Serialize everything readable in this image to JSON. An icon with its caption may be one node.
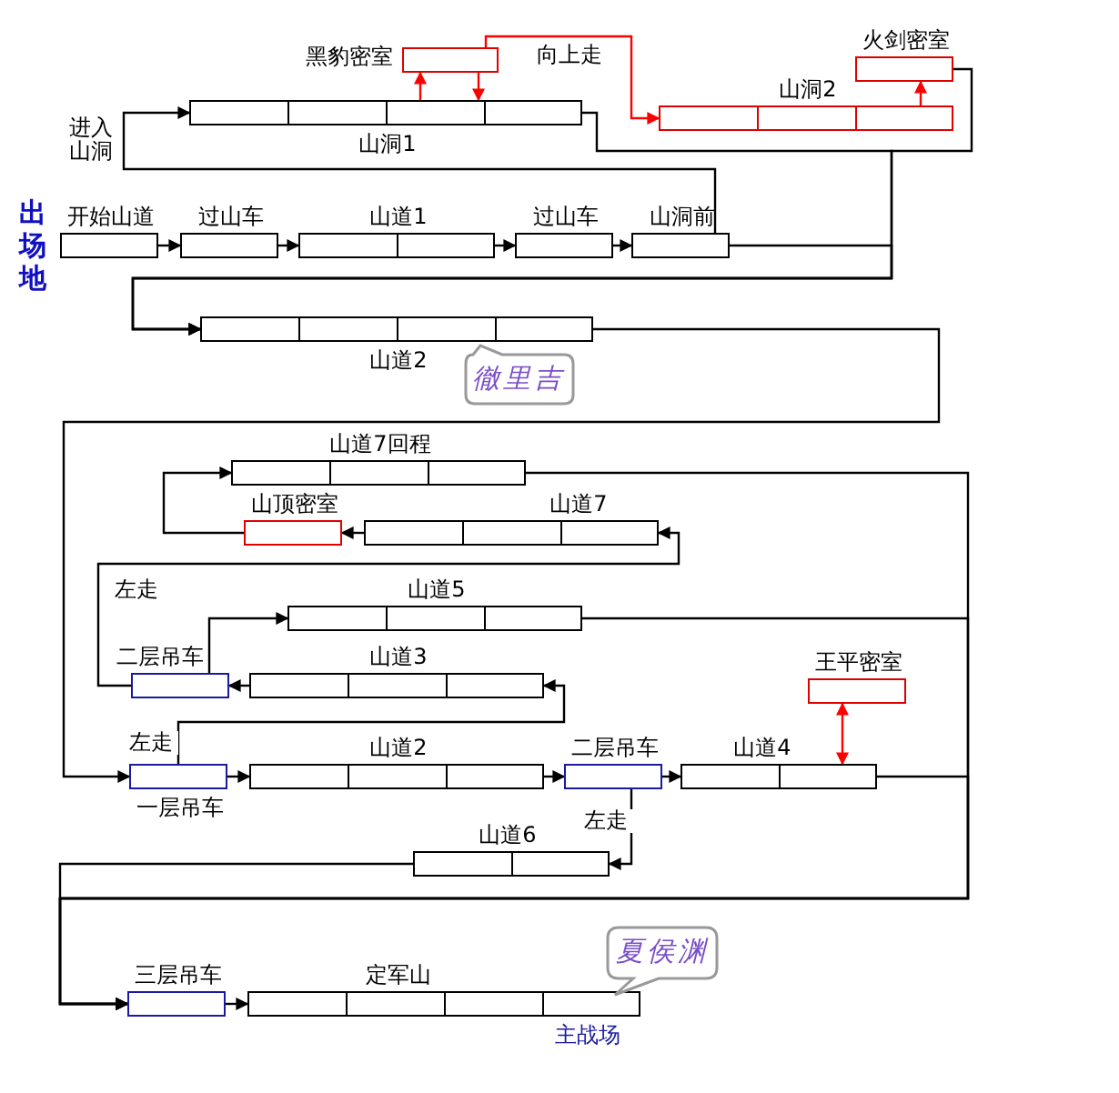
{
  "diagram": {
    "nodes": [
      {
        "text": [
          "黑豹密室"
        ]
      },
      {
        "text": [
          "火剑密室"
        ]
      },
      {
        "text": [
          "山洞1"
        ]
      },
      {
        "text": [
          "山洞2"
        ]
      },
      {
        "text": [
          "开始山道"
        ]
      },
      {
        "text": [
          "过山车"
        ]
      },
      {
        "text": [
          "山道1"
        ]
      },
      {
        "text": [
          "过山车"
        ]
      },
      {
        "text": [
          "山洞前"
        ]
      },
      {
        "text": [
          "山道2"
        ]
      },
      {
        "text": [
          "山道7回程"
        ]
      },
      {
        "text": [
          "山顶密室"
        ]
      },
      {
        "text": [
          "山道7"
        ]
      },
      {
        "text": [
          "山道5"
        ]
      },
      {
        "text": [
          "二层吊车"
        ]
      },
      {
        "text": [
          "山道3"
        ]
      },
      {
        "text": [
          "王平密室"
        ]
      },
      {
        "text": [
          "一层吊车"
        ]
      },
      {
        "text": [
          "山道2"
        ]
      },
      {
        "text": [
          "二层吊车"
        ]
      },
      {
        "text": [
          "山道4"
        ]
      },
      {
        "text": [
          "山道6"
        ]
      },
      {
        "text": [
          "三层吊车"
        ]
      },
      {
        "text": [
          "定军山"
        ],
        "beside": [
          "主战场"
        ]
      },
      {
        "text": [
          "徹里吉"
        ]
      },
      {
        "text": [
          "夏侯渊"
        ]
      }
    ],
    "edges": [
      {
        "from": 2,
        "to": 0,
        "arrow": "to",
        "color": "#ff0000"
      },
      {
        "from": 0,
        "to": 2,
        "arrow": "to",
        "color": "#ff0000"
      },
      {
        "from": 0,
        "to": 3,
        "arrow": "to",
        "label": "向上走",
        "color": "#ff0000"
      },
      {
        "from": 3,
        "to": 1,
        "arrow": "to",
        "color": "#ff0000"
      },
      {
        "from": 2,
        "to": 9,
        "arrow": "to"
      },
      {
        "from": 1,
        "to": 9,
        "arrow": "to"
      },
      {
        "from": 8,
        "to": 9,
        "arrow": "to"
      },
      {
        "from": 8,
        "to": 2,
        "arrow": "to",
        "label": "进入山洞"
      },
      {
        "from": 4,
        "to": 5,
        "arrow": "to"
      },
      {
        "from": 5,
        "to": 6,
        "arrow": "to"
      },
      {
        "from": 6,
        "to": 7,
        "arrow": "to"
      },
      {
        "from": 7,
        "to": 8,
        "arrow": "to"
      },
      {
        "from": 9,
        "to": 17,
        "arrow": "to"
      },
      {
        "from": 11,
        "to": 10,
        "arrow": "to"
      },
      {
        "from": 12,
        "to": 11,
        "arrow": "to"
      },
      {
        "from": 14,
        "to": 12,
        "arrow": "to",
        "label": "左走"
      },
      {
        "from": 14,
        "to": 13,
        "arrow": "to"
      },
      {
        "from": 15,
        "to": 14,
        "arrow": "to"
      },
      {
        "from": 17,
        "to": 15,
        "arrow": "to",
        "label": "左走"
      },
      {
        "from": 17,
        "to": 18,
        "arrow": "to"
      },
      {
        "from": 18,
        "to": 19,
        "arrow": "to"
      },
      {
        "from": 19,
        "to": 20,
        "arrow": "to"
      },
      {
        "from": 16,
        "to": 20,
        "arrow": "both",
        "color": "#ff0000"
      },
      {
        "from": 19,
        "to": 21,
        "arrow": "to",
        "label": "左走"
      },
      {
        "from": 10,
        "to": 22,
        "arrow": "to"
      },
      {
        "from": 13,
        "to": 22,
        "arrow": "to"
      },
      {
        "from": 20,
        "to": 22,
        "arrow": "to"
      },
      {
        "from": 21,
        "to": 22,
        "arrow": "to"
      },
      {
        "from": 22,
        "to": 23,
        "arrow": "to"
      }
    ],
    "labels": [
      "出场地"
    ]
  }
}
